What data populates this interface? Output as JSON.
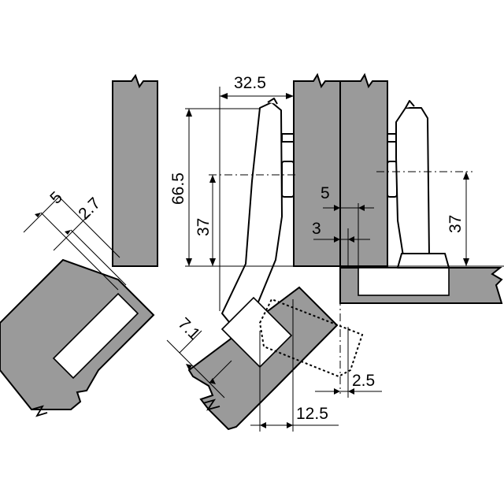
{
  "dimensions": {
    "d_32_5": "32.5",
    "d_66_5": "66.5",
    "d_37_left": "37",
    "d_37_right": "37",
    "d_5_left": "5",
    "d_2_7": "2.7",
    "d_5_mid": "5",
    "d_3": "3",
    "d_7_1": "7.1",
    "d_2_5": "2.5",
    "d_12_5": "12.5"
  },
  "colors": {
    "panel": "#9a9a9a",
    "line": "#000000",
    "background": "#ffffff"
  }
}
